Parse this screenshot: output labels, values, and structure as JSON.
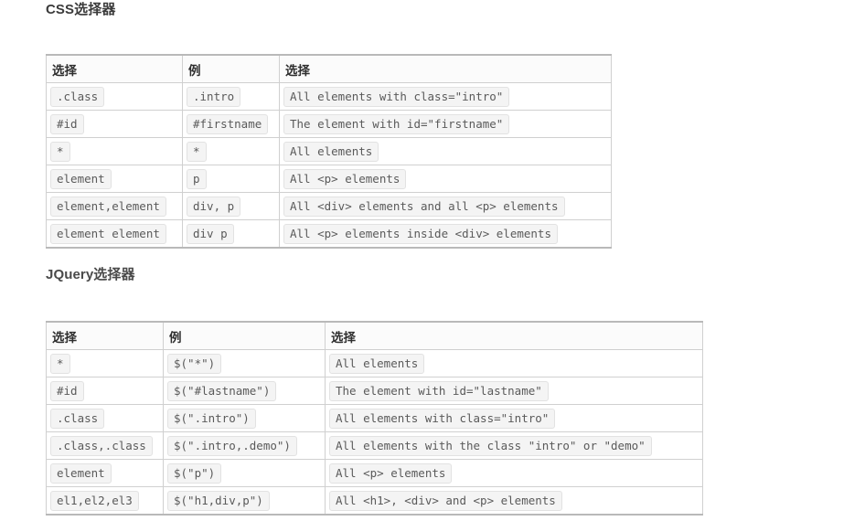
{
  "page": {
    "background": "#ffffff",
    "text_color": "#333333",
    "chip_bg": "#f4f4f4",
    "chip_border": "#e2e2e2",
    "chip_text": "#5a5a5a",
    "table_border": "#d0d0d0",
    "header_bg": "#fbfbfb"
  },
  "sections": [
    {
      "id": "css",
      "heading": "CSS选择器",
      "table": {
        "headers": [
          "选择",
          "例",
          "选择"
        ],
        "rows": [
          [
            ".class",
            ".intro",
            "All elements with class=\"intro\""
          ],
          [
            "#id",
            "#firstname",
            "The element with id=\"firstname\""
          ],
          [
            "*",
            "*",
            "All elements"
          ],
          [
            "element",
            "p",
            "All <p> elements"
          ],
          [
            "element,element",
            "div, p",
            "All <div> elements and all <p> elements"
          ],
          [
            "element element",
            "div p",
            "All <p> elements inside <div> elements"
          ]
        ]
      }
    },
    {
      "id": "jquery",
      "heading": "JQuery选择器",
      "table": {
        "headers": [
          "选择",
          "例",
          "选择"
        ],
        "rows": [
          [
            "*",
            "$(\"*\")",
            "All elements"
          ],
          [
            "#id",
            "$(\"#lastname\")",
            "The element with id=\"lastname\""
          ],
          [
            ".class",
            "$(\".intro\")",
            "All elements with class=\"intro\""
          ],
          [
            ".class,.class",
            "$(\".intro,.demo\")",
            "All elements with the class \"intro\" or \"demo\""
          ],
          [
            "element",
            "$(\"p\")",
            "All <p> elements"
          ],
          [
            "el1,el2,el3",
            "$(\"h1,div,p\")",
            "All <h1>, <div> and <p> elements"
          ]
        ]
      }
    }
  ]
}
